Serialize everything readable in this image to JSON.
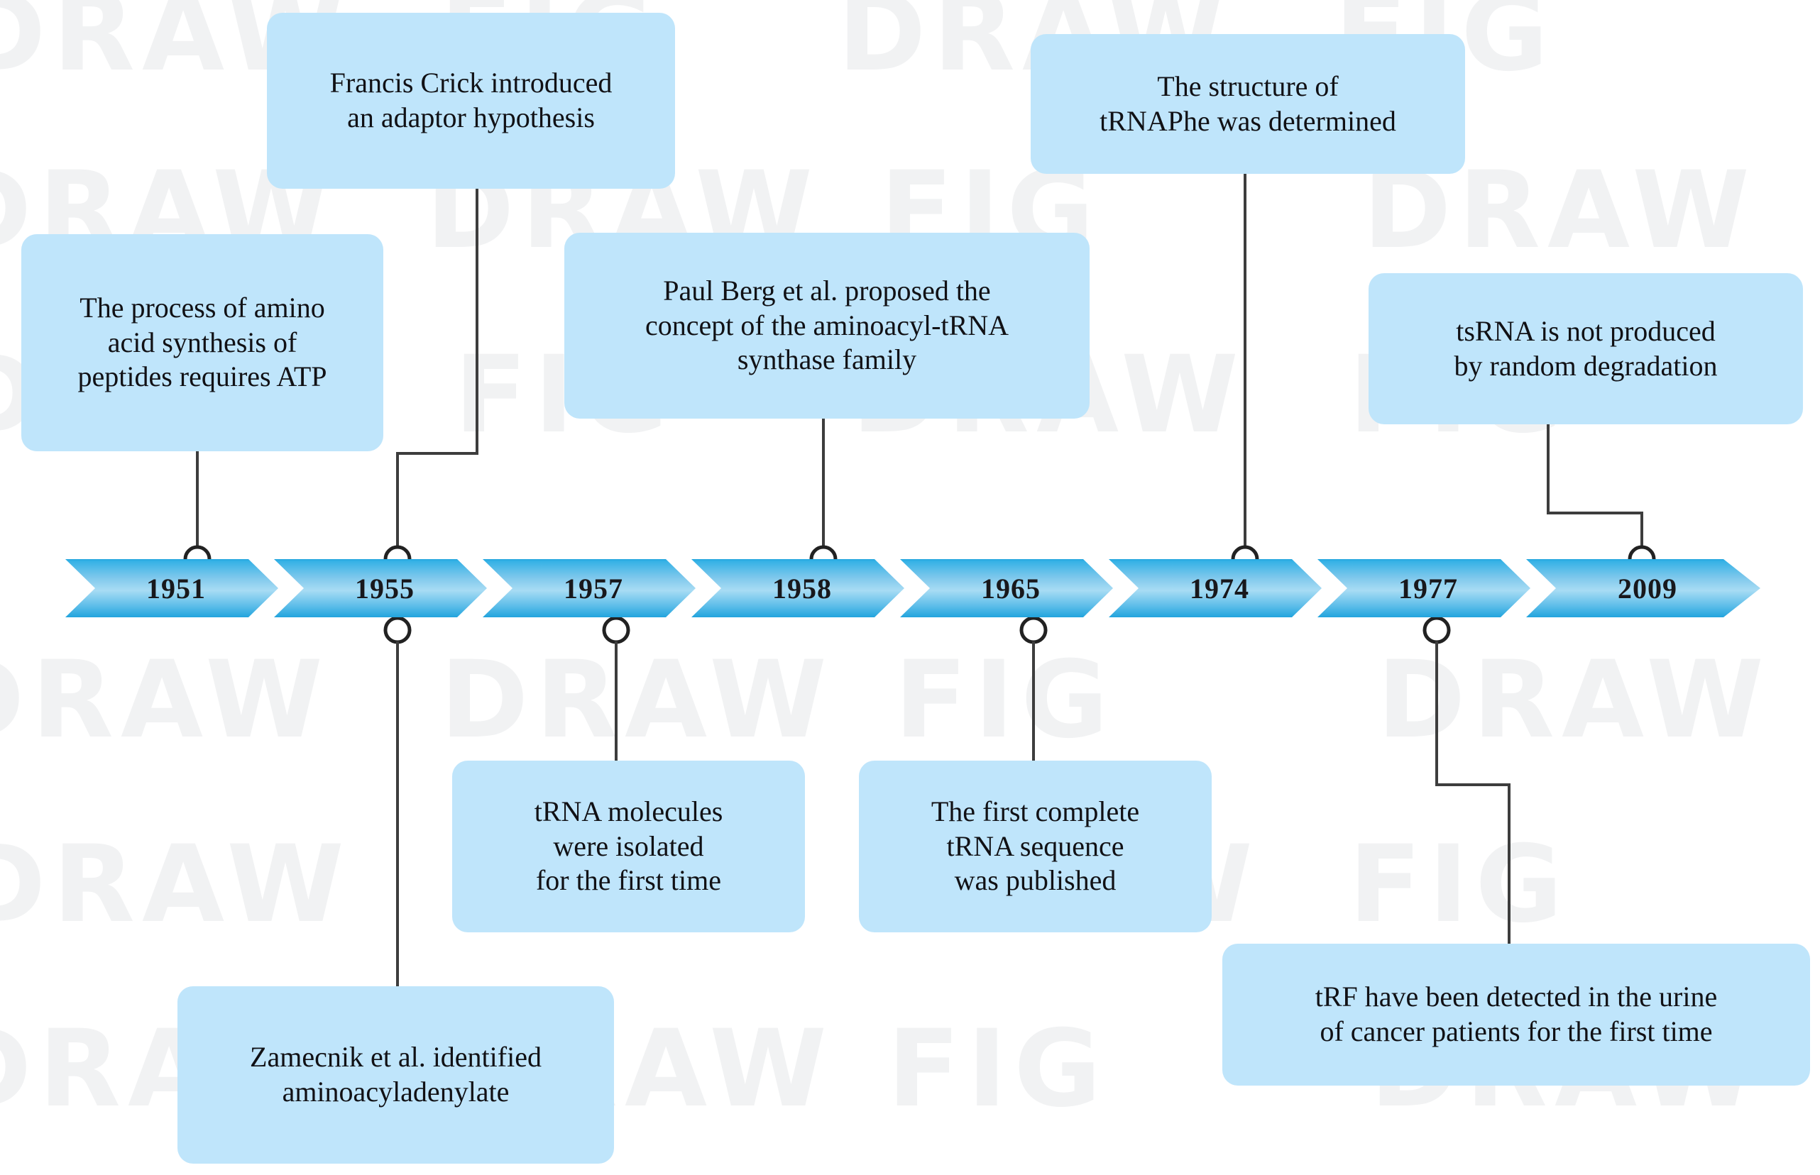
{
  "diagram": {
    "title": "tRNA research historical timeline",
    "colors": {
      "box_fill": "#bfe5fb",
      "chevron_top": "#23a6de",
      "chevron_mid": "#a8dcf4",
      "chevron_bottom": "#22a4dd",
      "connector": "#3d3d3d",
      "text": "#111115",
      "background": "#ffffff",
      "watermark": "#f1f2f3"
    },
    "watermark_words": [
      "DRAW",
      "FIG",
      "DRAW",
      "FIG",
      "DRAW",
      "DRAW",
      "FIG",
      "DRAW"
    ],
    "timeline": {
      "milestones": [
        {
          "id": "m1951",
          "year": "1951"
        },
        {
          "id": "m1955",
          "year": "1955"
        },
        {
          "id": "m1957",
          "year": "1957"
        },
        {
          "id": "m1958",
          "year": "1958"
        },
        {
          "id": "m1965",
          "year": "1965"
        },
        {
          "id": "m1974",
          "year": "1974"
        },
        {
          "id": "m1977",
          "year": "1977"
        },
        {
          "id": "m2009",
          "year": "2009"
        }
      ]
    },
    "callouts": [
      {
        "id": "c1951",
        "year": "1951",
        "position": "above",
        "text": "The process of amino\nacid synthesis of\npeptides requires ATP"
      },
      {
        "id": "c1955_above",
        "year": "1955",
        "position": "above",
        "text": "Francis Crick introduced\nan adaptor hypothesis"
      },
      {
        "id": "c1955_below",
        "year": "1955",
        "position": "below",
        "text": "Zamecnik et al. identified\naminoacyladenylate"
      },
      {
        "id": "c1957",
        "year": "1957",
        "position": "below",
        "text": "tRNA molecules\nwere isolated\nfor the first time"
      },
      {
        "id": "c1958",
        "year": "1958",
        "position": "above",
        "text": "Paul Berg et al. proposed the\nconcept of the aminoacyl-tRNA\nsynthase family"
      },
      {
        "id": "c1965",
        "year": "1965",
        "position": "below",
        "text": "The first complete\ntRNA sequence\nwas published"
      },
      {
        "id": "c1974",
        "year": "1974",
        "position": "above",
        "text": "The structure of\ntRNAPhe was determined"
      },
      {
        "id": "c1977",
        "year": "1977",
        "position": "below",
        "text": "tRF have been detected in the urine\nof cancer patients for the first time"
      },
      {
        "id": "c2009",
        "year": "2009",
        "position": "above",
        "text": "tsRNA is not produced\nby random degradation"
      }
    ]
  }
}
